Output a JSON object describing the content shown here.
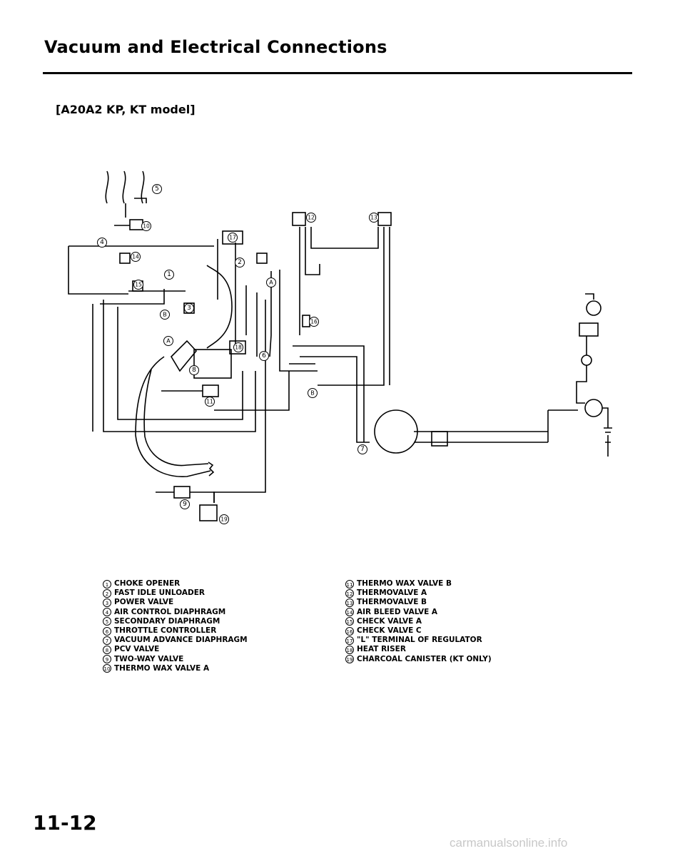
{
  "header": {
    "title": "Vacuum and Electrical Connections",
    "subtitle": "[A20A2 KP, KT model]"
  },
  "diagram": {
    "markers": {
      "n1": "1",
      "n2": "2",
      "n3": "3",
      "n4": "4",
      "n5": "5",
      "n6": "6",
      "n7": "7",
      "n8": "8",
      "n9": "9",
      "n10": "10",
      "n11": "11",
      "n12": "12",
      "n13": "13",
      "n14": "14",
      "n15": "15",
      "n16": "16",
      "n17": "17",
      "n18": "18",
      "n19": "19",
      "A": "A",
      "B": "B"
    }
  },
  "legend": {
    "left": [
      {
        "num": "1",
        "label": "CHOKE OPENER"
      },
      {
        "num": "2",
        "label": "FAST IDLE UNLOADER"
      },
      {
        "num": "3",
        "label": "POWER VALVE"
      },
      {
        "num": "4",
        "label": "AIR CONTROL DIAPHRAGM"
      },
      {
        "num": "5",
        "label": "SECONDARY DIAPHRAGM"
      },
      {
        "num": "6",
        "label": "THROTTLE CONTROLLER"
      },
      {
        "num": "7",
        "label": "VACUUM ADVANCE DIAPHRAGM"
      },
      {
        "num": "8",
        "label": "PCV VALVE"
      },
      {
        "num": "9",
        "label": "TWO-WAY VALVE"
      },
      {
        "num": "10",
        "label": "THERMO WAX VALVE A"
      }
    ],
    "right": [
      {
        "num": "11",
        "label": "THERMO WAX VALVE B"
      },
      {
        "num": "12",
        "label": "THERMOVALVE A"
      },
      {
        "num": "13",
        "label": "THERMOVALVE B"
      },
      {
        "num": "14",
        "label": "AIR BLEED VALVE A"
      },
      {
        "num": "15",
        "label": "CHECK VALVE A"
      },
      {
        "num": "16",
        "label": "CHECK VALVE C"
      },
      {
        "num": "17",
        "label": "\"L\" TERMINAL OF REGULATOR"
      },
      {
        "num": "18",
        "label": "HEAT RISER"
      },
      {
        "num": "19",
        "label": "CHARCOAL CANISTER (KT ONLY)"
      }
    ]
  },
  "footer": {
    "page_number": "11-12",
    "watermark": "carmanualsonline.info"
  }
}
